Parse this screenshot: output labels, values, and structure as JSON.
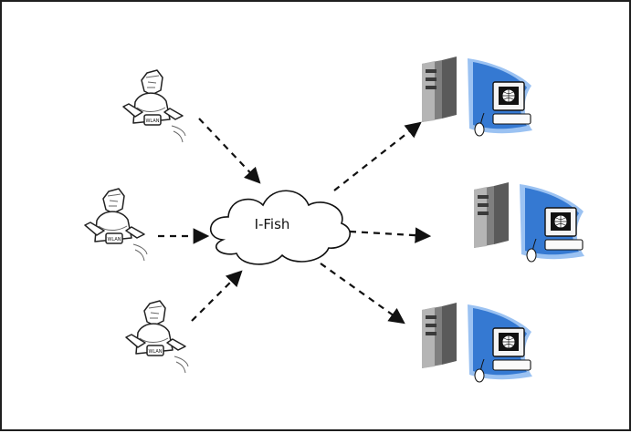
{
  "diagram": {
    "central_node": {
      "label": "I-Fish"
    },
    "clients": [
      {
        "role": "person-with-mobile-device",
        "device_text": "WLAN"
      },
      {
        "role": "person-with-mobile-device",
        "device_text": "WLAN"
      },
      {
        "role": "person-with-mobile-device",
        "device_text": "WLAN"
      }
    ],
    "servers": [
      {
        "role": "server-workstation"
      },
      {
        "role": "server-workstation"
      },
      {
        "role": "server-workstation"
      }
    ],
    "icons": {
      "cloud": "cloud-icon",
      "person": "user-icon",
      "server": "server-icon",
      "monitor": "monitor-icon"
    },
    "colors": {
      "frame": "#1f1f1f",
      "arrow": "#111111",
      "server_gray": "#7f7f7f",
      "wave_blue": "#2f75d0"
    }
  }
}
